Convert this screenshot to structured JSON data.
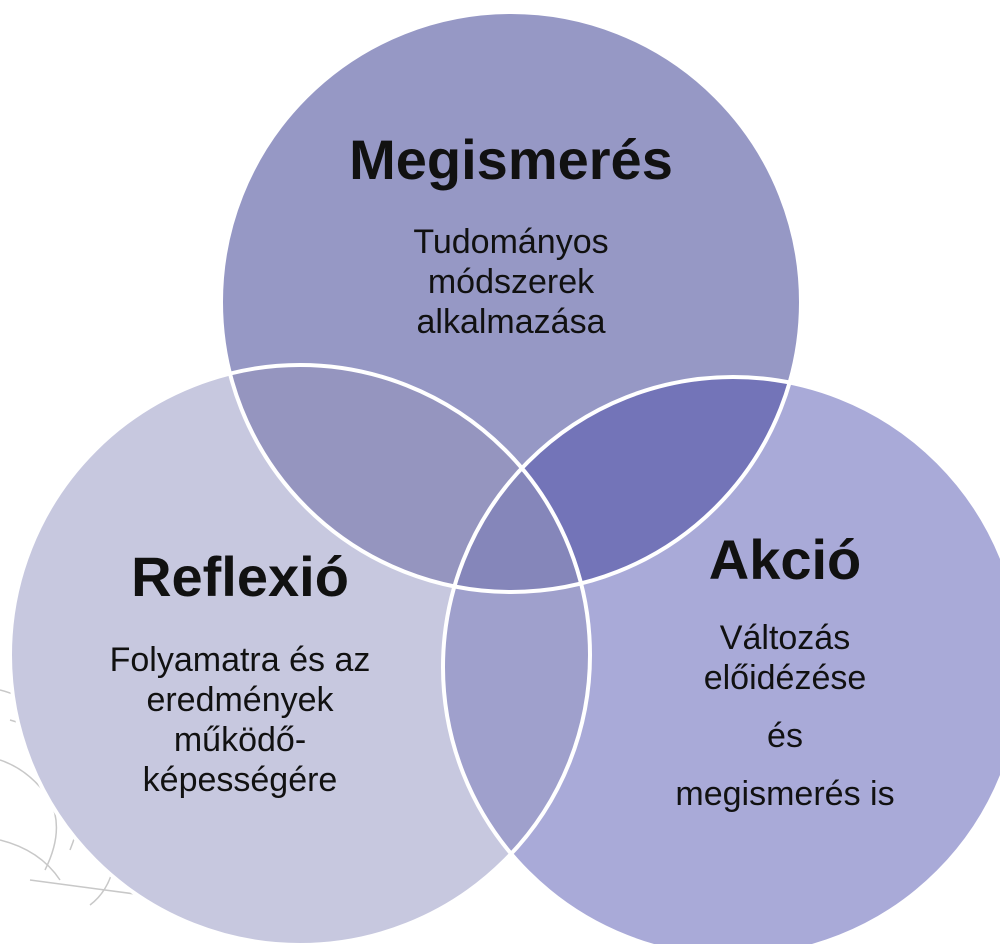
{
  "colors": {
    "top_circle": "#9698c5",
    "left_circle": "#c7c8df",
    "right_circle": "#a9aad8",
    "overlap_top_left": "#9595bf",
    "overlap_top_right": "#7374b8",
    "overlap_left_right": "#9fa0cc",
    "overlap_center": "#8586ba",
    "outline": "#ffffff",
    "sketch": "#c8c8c8"
  },
  "circles": {
    "top": {
      "title": "Megismerés",
      "lines": [
        "Tudományos",
        "módszerek",
        "alkalmazása"
      ]
    },
    "left": {
      "title": "Reflexió",
      "lines": [
        "Folyamatra és az",
        "eredmények",
        "működő-",
        "képességére"
      ]
    },
    "right": {
      "title": "Akció",
      "lines": [
        "Változás",
        "előidézése",
        "és",
        "megismerés is"
      ]
    }
  },
  "decorations": {
    "background_sketch": "line-drawing-sketch"
  }
}
